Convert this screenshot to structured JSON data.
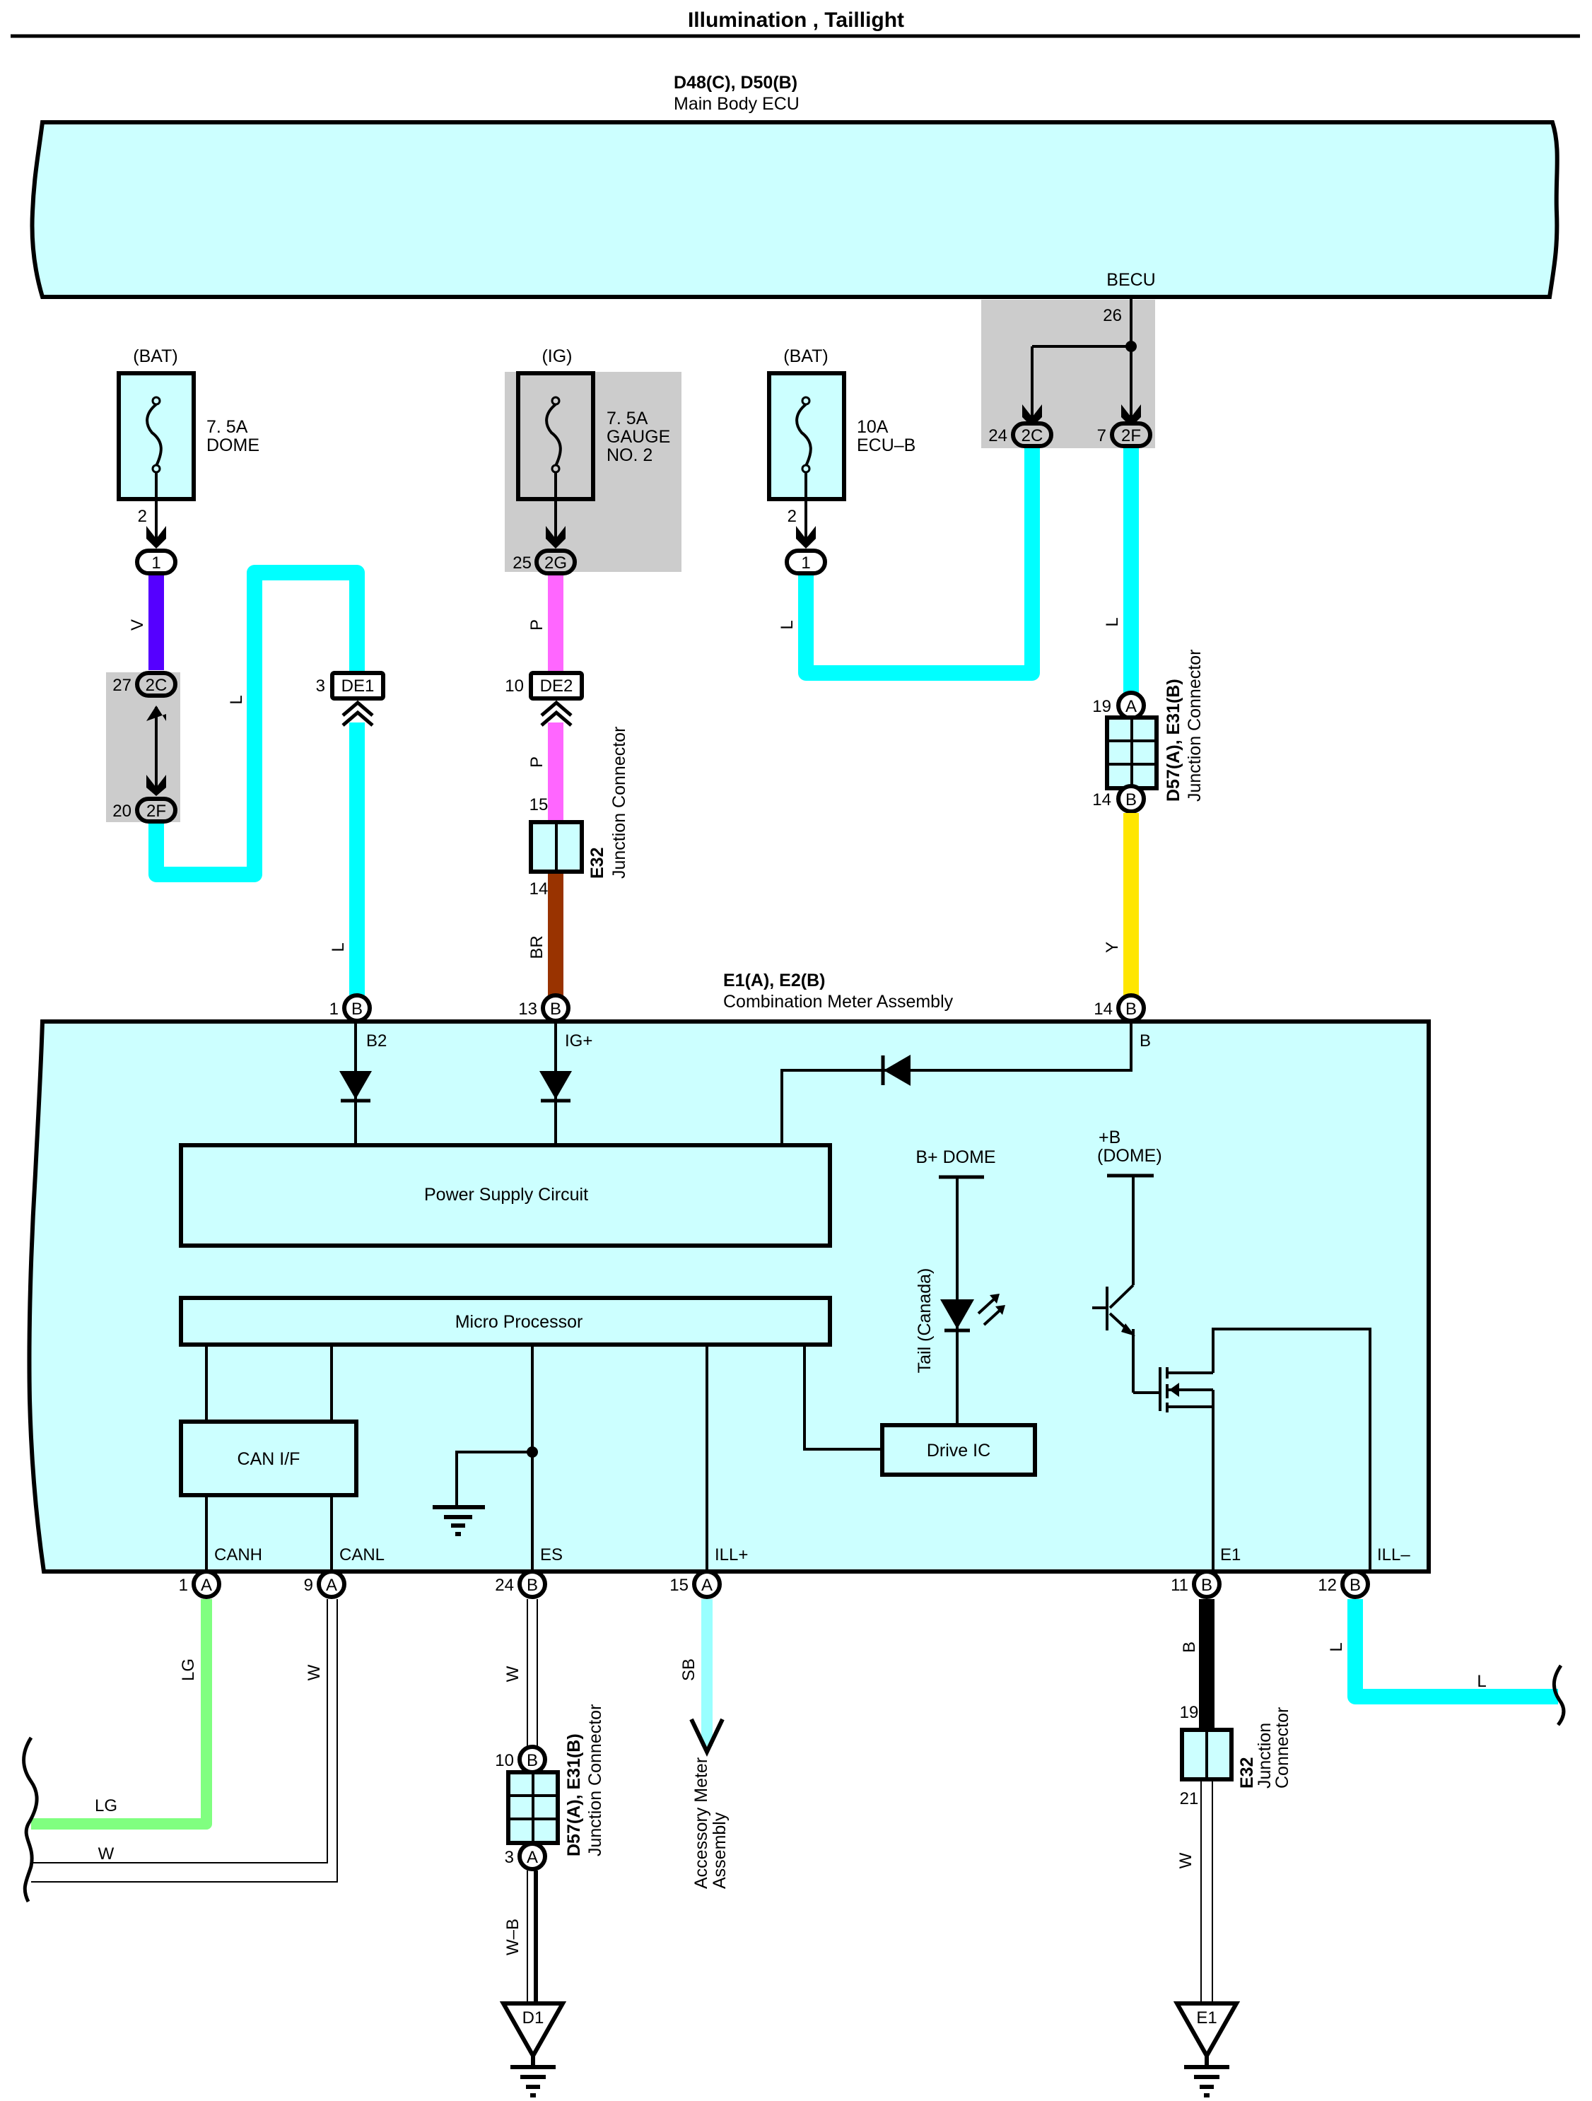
{
  "title": "Illumination , Taillight",
  "colors": {
    "component_fill": "#ccffff",
    "shaded_box": "#cccccc",
    "wire_L": "#00ffff",
    "wire_V": "#5500ff",
    "wire_P": "#ff66ff",
    "wire_BR": "#993300",
    "wire_Y": "#ffe600",
    "wire_LG": "#80ff80",
    "wire_SB": "#99ffff",
    "wire_B": "#000000",
    "wire_W": "#ffffff"
  },
  "main_body_ecu": {
    "connector_codes": "D48(C), D50(B)",
    "name": "Main Body ECU",
    "terminal": "BECU",
    "pin": "26"
  },
  "fuses": [
    {
      "source": "(BAT)",
      "rating": "7. 5A",
      "name": "DOME",
      "out_pin": "2",
      "connector": "1"
    },
    {
      "source": "(IG)",
      "rating": "7. 5A",
      "name": "GAUGE",
      "name2": "NO. 2",
      "out_pin": "25",
      "connector": "2G"
    },
    {
      "source": "(BAT)",
      "rating": "10A",
      "name": "ECU–B",
      "out_pin": "2",
      "connector": "1"
    }
  ],
  "becu_branch": {
    "left": {
      "pin": "24",
      "connector": "2C"
    },
    "right": {
      "pin": "7",
      "connector": "2F"
    }
  },
  "dome_path": {
    "wire1": "V",
    "upper": {
      "pin": "27",
      "connector": "2C"
    },
    "lower": {
      "pin": "20",
      "connector": "2F"
    },
    "wire2": "L",
    "de1": {
      "pin": "3",
      "label": "DE1"
    },
    "wire3": "L"
  },
  "gauge_path": {
    "wire1": "P",
    "de2": {
      "pin": "10",
      "label": "DE2"
    },
    "wire2": "P",
    "junction": {
      "code": "E32",
      "name": "Junction Connector",
      "pin_in": "15",
      "pin_out": "14"
    },
    "wire3": "BR"
  },
  "ecub_path": {
    "wire1": "L"
  },
  "becu_path": {
    "wire1": "L",
    "junction": {
      "code": "D57(A), E31(B)",
      "name": "Junction Connector",
      "pin_in": "19",
      "pin_in_conn": "A",
      "pin_out": "14",
      "pin_out_conn": "B"
    },
    "wire2": "Y"
  },
  "combination_meter": {
    "connector_codes": "E1(A), E2(B)",
    "name": "Combination Meter Assembly",
    "top_pins": [
      {
        "pin": "1",
        "conn": "B",
        "terminal": "B2"
      },
      {
        "pin": "13",
        "conn": "B",
        "terminal": "IG+"
      },
      {
        "pin": "14",
        "conn": "B",
        "terminal": "B"
      }
    ],
    "blocks": {
      "power_supply": "Power Supply Circuit",
      "micro_processor": "Micro Processor",
      "can_if": "CAN I/F",
      "drive_ic": "Drive IC"
    },
    "b_dome": "B+ DOME",
    "plus_b": "+B",
    "plus_b_dome": "(DOME)",
    "led_label": "Tail (Canada)",
    "bottom_pins": [
      {
        "pin": "1",
        "conn": "A",
        "terminal": "CANH"
      },
      {
        "pin": "9",
        "conn": "A",
        "terminal": "CANL"
      },
      {
        "pin": "24",
        "conn": "B",
        "terminal": "ES"
      },
      {
        "pin": "15",
        "conn": "A",
        "terminal": "ILL+"
      },
      {
        "pin": "11",
        "conn": "B",
        "terminal": "E1"
      },
      {
        "pin": "12",
        "conn": "B",
        "terminal": "ILL–"
      }
    ]
  },
  "bottom_wires": {
    "canh": {
      "vertical": "LG",
      "horizontal": "LG"
    },
    "canl": {
      "vertical": "W",
      "horizontal": "W"
    },
    "es": {
      "wire1": "W",
      "junction": {
        "code": "D57(A), E31(B)",
        "name": "Junction Connector",
        "pin_in": "10",
        "pin_in_conn": "B",
        "pin_out": "3",
        "pin_out_conn": "A"
      },
      "wire2": "W–B",
      "ground": "D1"
    },
    "ill_plus": {
      "wire": "SB",
      "destination": "Accessory Meter",
      "destination2": "Assembly"
    },
    "e1": {
      "wire1": "B",
      "junction": {
        "code": "E32",
        "name": "Junction",
        "name2": "Connector",
        "pin_in": "19",
        "pin_out": "21"
      },
      "wire2": "W",
      "ground": "E1"
    },
    "ill_minus": {
      "vertical": "L",
      "horizontal": "L"
    }
  }
}
